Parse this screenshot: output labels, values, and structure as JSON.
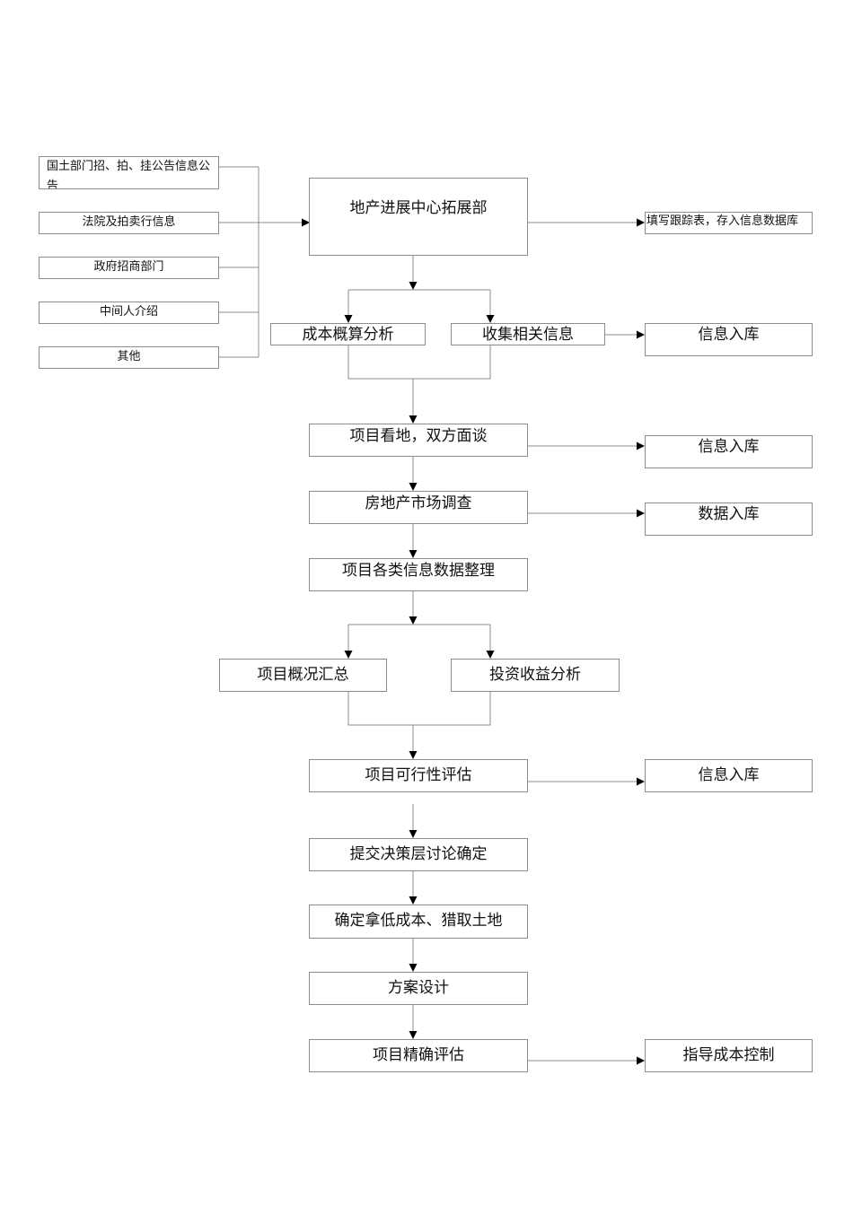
{
  "sources": [
    "国土部门招、拍、挂公告信息公告",
    "法院及拍卖行信息",
    "政府招商部门",
    "中间人介绍",
    "其他"
  ],
  "steps": {
    "center": "地产进展中心拓展部",
    "tracking": "填写跟踪表，存入信息数据库",
    "cost_estimate": "成本概算分析",
    "collect_info": "收集相关信息",
    "site_visit": "项目看地，双方面谈",
    "market_survey": "房地产市场调查",
    "data_organize": "项目各类信息数据整理",
    "overview": "项目概况汇总",
    "investment": "投资收益分析",
    "feasibility": "项目可行性评估",
    "decision": "提交决策层讨论确定",
    "acquire": "确定拿低成本、猎取土地",
    "design": "方案设计",
    "precise_eval": "项目精确评估"
  },
  "outputs": {
    "info_db_1": "信息入库",
    "info_db_2": "信息入库",
    "data_db": "数据入库",
    "info_db_3": "信息入库",
    "cost_control": "指导成本控制"
  }
}
